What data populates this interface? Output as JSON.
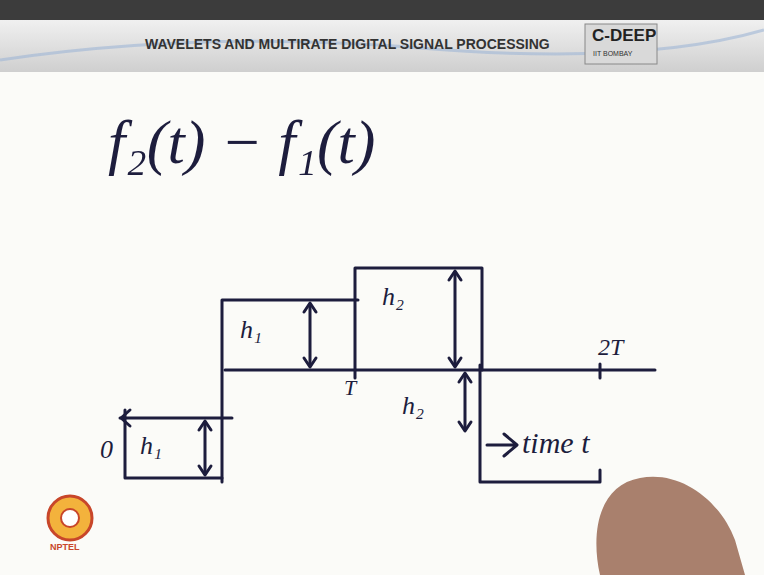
{
  "diagram": {
    "title": "WAVELETS AND MULTIRATE DIGITAL SIGNAL PROCESSING",
    "labels": [
      "C-DEEP",
      "IIT BOMBAY",
      "f₂(t) − f₁(t)",
      "0",
      "h₁",
      "h₁",
      "T",
      "h₂",
      "h₂",
      "2T",
      "time t",
      "NPTEL"
    ]
  }
}
